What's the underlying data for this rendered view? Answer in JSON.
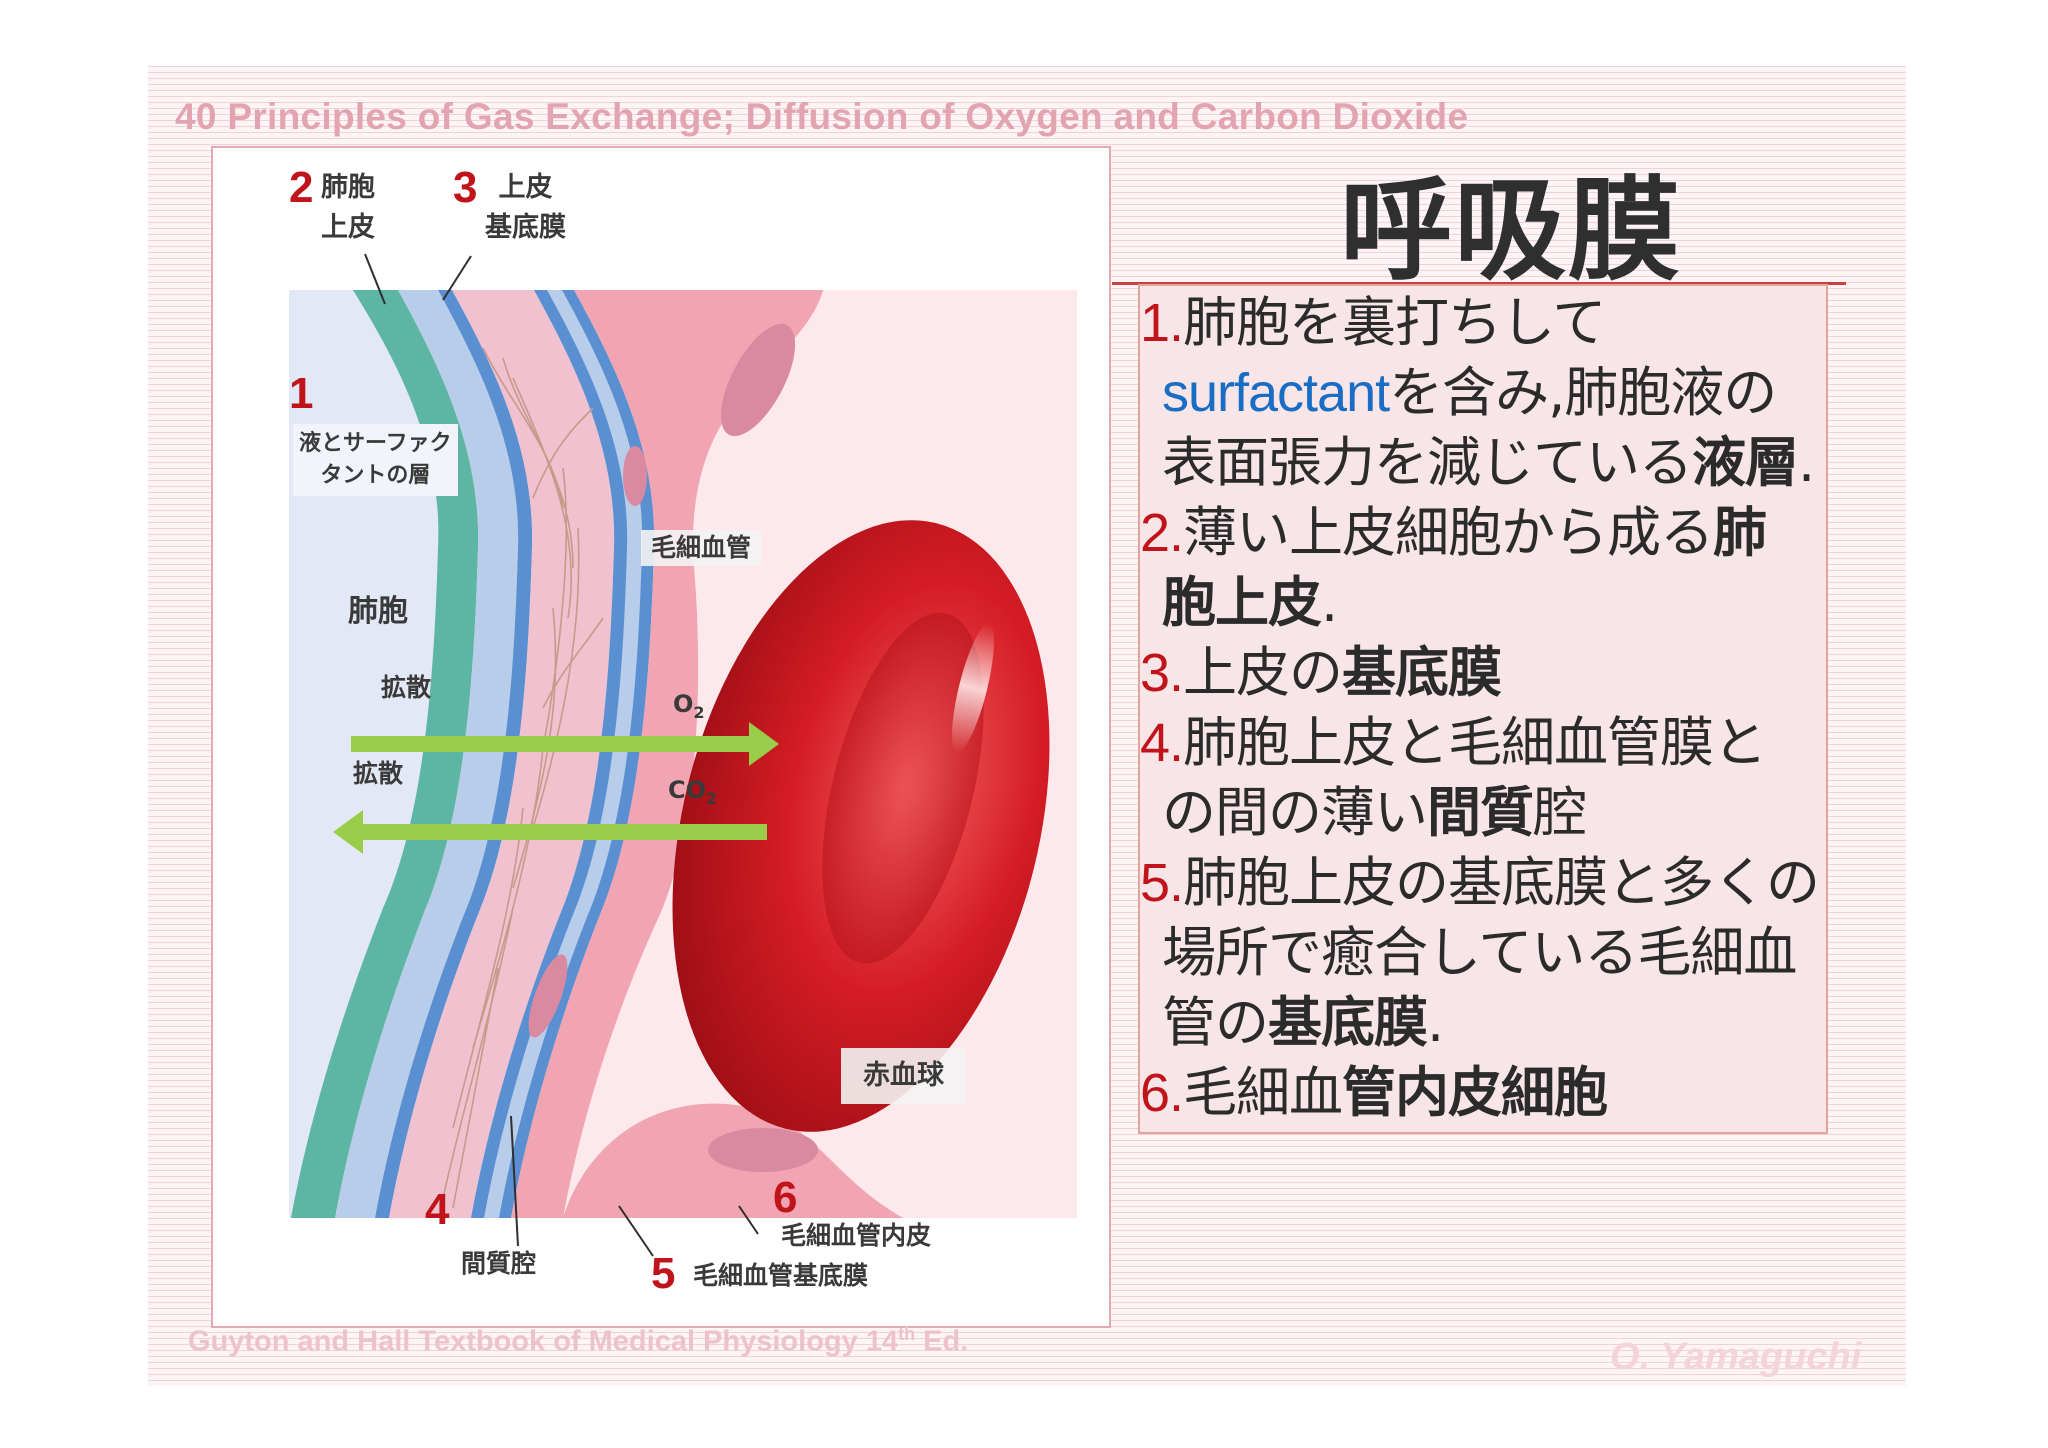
{
  "header": {
    "title": "40 Principles of Gas Exchange; Diffusion of Oxygen and Carbon Dioxide"
  },
  "diagram": {
    "labels": {
      "num1": "1",
      "fluid_layer": "液とサーファク\nタントの層",
      "num2": "2",
      "alveolar_epithelium": "肺胞\n上皮",
      "num3": "3",
      "epithelial_basement": "上皮\n基底膜",
      "alveolus": "肺胞",
      "diffusion_1": "拡散",
      "diffusion_2": "拡散",
      "o2": "O",
      "o2_sub": "2",
      "co2": "CO",
      "co2_sub": "2",
      "capillary": "毛細血管",
      "rbc": "赤血球",
      "num4": "4",
      "interstitial": "間質腔",
      "num5": "5",
      "capillary_basement": "毛細血管基底膜",
      "num6": "6",
      "capillary_endothelium": "毛細血管内皮"
    },
    "colors": {
      "alveolus_bg": "#e3e8f6",
      "epithelium": "#5db5a4",
      "basement": "#5a8fd2",
      "interstitium": "#f0c2cf",
      "capillary_wall": "#f1a4b2",
      "capillary_lumen": "#fde8ec",
      "rbc": "#c8141c",
      "arrow": "#9acd4a"
    }
  },
  "main_title": "呼吸膜",
  "list": {
    "item1": {
      "num": "1.",
      "line1": "肺胞を裏打ちして",
      "line2_blue": "surfactant",
      "line2_rest": "を含み,肺胞液の",
      "line3_pre": "表面張力を減じている",
      "line3_bold": "液層",
      "line3_post": "."
    },
    "item2": {
      "num": "2.",
      "line1_pre": "薄い上皮細胞から成る",
      "line1_bold": "肺",
      "line2_bold": "胞上皮",
      "line2_post": "."
    },
    "item3": {
      "num": "3.",
      "line1_pre": "上皮の",
      "line1_bold": "基底膜"
    },
    "item4": {
      "num": "4.",
      "line1": "肺胞上皮と毛細血管膜と",
      "line2_pre": "の間の薄い",
      "line2_bold": "間質",
      "line2_post": "腔"
    },
    "item5": {
      "num": "5.",
      "line1": "肺胞上皮の基底膜と多くの",
      "line2": "場所で癒合している毛細血",
      "line3_pre": "管の",
      "line3_bold": "基底膜",
      "line3_post": "."
    },
    "item6": {
      "num": "6.",
      "line1_pre": "毛細血",
      "line1_bold": "管内皮細胞"
    }
  },
  "footer": {
    "source": "Guyton and Hall Textbook of Medical Physiology 14",
    "source_sup": "th",
    "source_end": " Ed.",
    "author": "O. Yamaguchi"
  }
}
